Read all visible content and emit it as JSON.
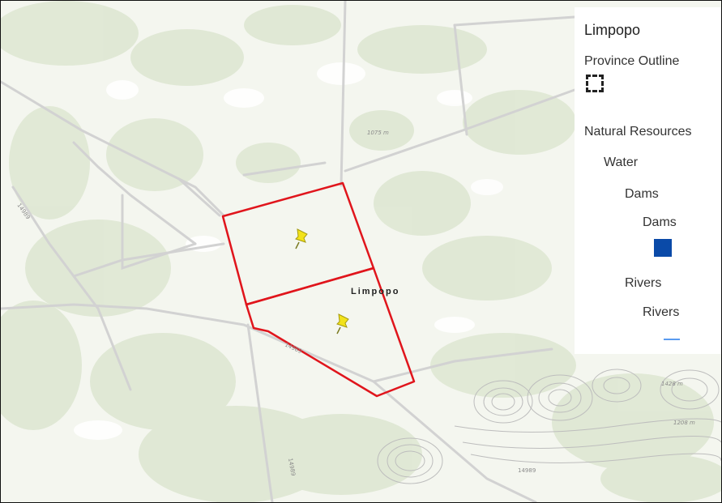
{
  "map": {
    "place_label": "Limpopo",
    "elevation_labels": [
      "1075 m",
      "1428 m",
      "1208 m"
    ],
    "road_labels": [
      "14989",
      "14989",
      "14989",
      "14989"
    ],
    "colors": {
      "base": "#f4f6ef",
      "vegetation": "#dfe8d4",
      "parcel_outline": "#e0151c",
      "roads": "#d2d2d2",
      "contours": "#bdbdbd",
      "pin": "#f2e21a"
    },
    "markers": [
      "pushpin-icon",
      "pushpin-icon"
    ]
  },
  "legend": {
    "title": "Limpopo",
    "items": {
      "province_outline": "Province Outline",
      "natural_resources": "Natural Resources",
      "water": "Water",
      "dams_group": "Dams",
      "dams_layer": "Dams",
      "rivers_group": "Rivers",
      "rivers_layer": "Rivers"
    },
    "swatches": {
      "dams_color": "#0a4aa8",
      "rivers_color": "#5a9bf0"
    }
  }
}
